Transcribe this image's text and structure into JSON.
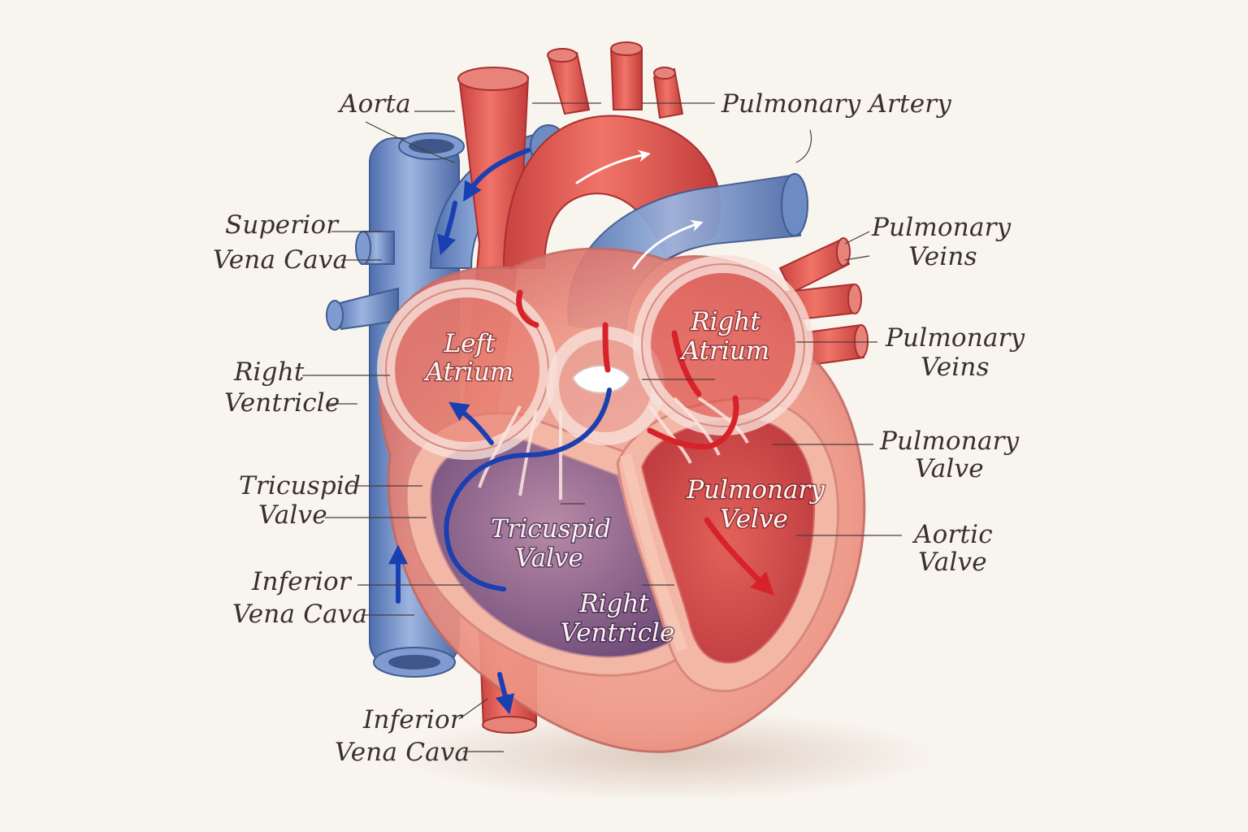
{
  "labels": {
    "aorta": "Aorta",
    "pulmonary_artery": "Pulmonary Artery",
    "superior_vena_cava": [
      "Superior",
      "Vena Cava"
    ],
    "pulmonary_veins_upper": [
      "Pulmonary",
      "Veins"
    ],
    "pulmonary_veins_lower": [
      "Pulmonary",
      "Veins"
    ],
    "right_ventricle_outer": [
      "Right",
      "Ventricle"
    ],
    "tricuspid_valve_outer": [
      "Tricuspid",
      "Valve"
    ],
    "inferior_vena_cava_mid": [
      "Inferior",
      "Vena Cava"
    ],
    "inferior_vena_cava_bottom": [
      "Inferior",
      "Vena Cava"
    ],
    "pulmonary_valve_outer": [
      "Pulmonary",
      "Valve"
    ],
    "aortic_valve": [
      "Aortic",
      "Valve"
    ],
    "left_atrium": [
      "Left",
      "Atrium"
    ],
    "right_atrium": [
      "Right",
      "Atrium"
    ],
    "tricuspid_valve_inner": [
      "Tricuspid",
      "Valve"
    ],
    "pulmonary_velve_inner": [
      "Pulmonary",
      "Velve"
    ],
    "right_ventricle_inner": [
      "Right",
      "Ventricle"
    ]
  },
  "colors": {
    "background": "#f8f4ee",
    "oxygenated": "#e25a52",
    "deoxygenated": "#6f8fc6",
    "myocardium": "#f0a394",
    "flow_arrow_blue": "#1a3fb0",
    "flow_arrow_red": "#d8222a"
  }
}
